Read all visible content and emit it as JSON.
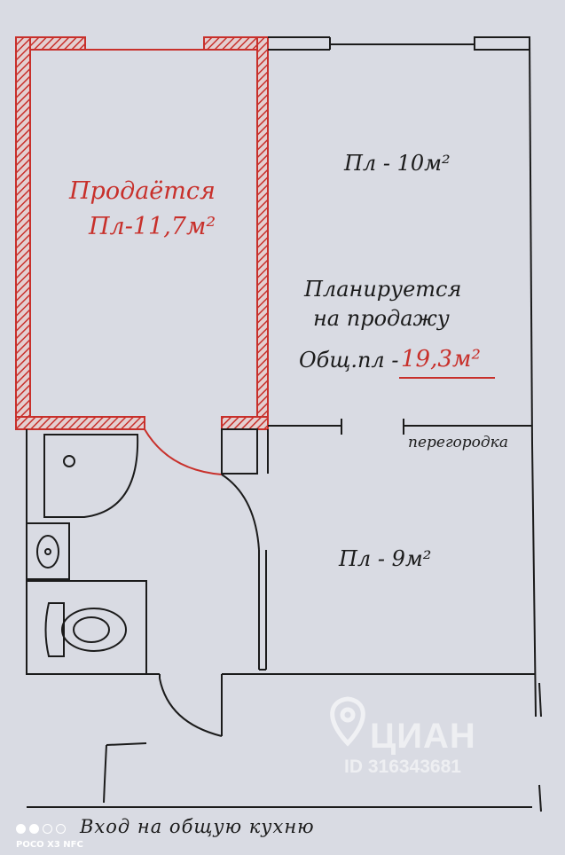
{
  "labels": {
    "sale_title": "Продаётся",
    "sale_area": "Пл-11,7м²",
    "room_10": "Пл - 10м²",
    "plan_line1": "Планируется",
    "plan_line2": "на продажу",
    "total_prefix": "Общ.пл -",
    "total_value": "19,3м²",
    "partition": "перегородка",
    "room_9": "Пл - 9м²",
    "entrance": "Вход на общую кухню"
  },
  "watermark": {
    "brand": "ЦИАН",
    "id": "ID 316343681"
  },
  "camera": {
    "model": "POCO X3 NFC"
  },
  "colors": {
    "sale": "#c8302b",
    "ink": "#1b1b1b",
    "paper": "#d9dbe3"
  }
}
